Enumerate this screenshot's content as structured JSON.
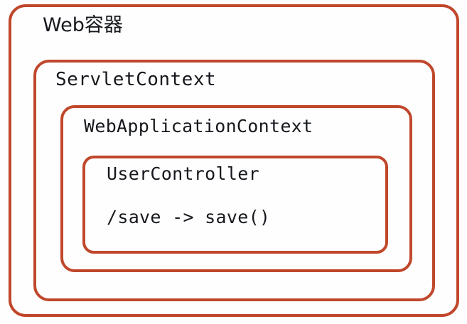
{
  "diagram": {
    "title": "Web容器",
    "accent_color": "#c0472b",
    "background_color": "#fefefe",
    "text_color": "#16181d",
    "layers": [
      {
        "id": "web-container",
        "label": "Web容器",
        "level": 1
      },
      {
        "id": "servlet-context",
        "label": "ServletContext",
        "level": 2
      },
      {
        "id": "web-application-context",
        "label": "WebApplicationContext",
        "level": 3
      },
      {
        "id": "user-controller",
        "label": "UserController",
        "mapping": "/save -> save()",
        "level": 4
      }
    ]
  }
}
